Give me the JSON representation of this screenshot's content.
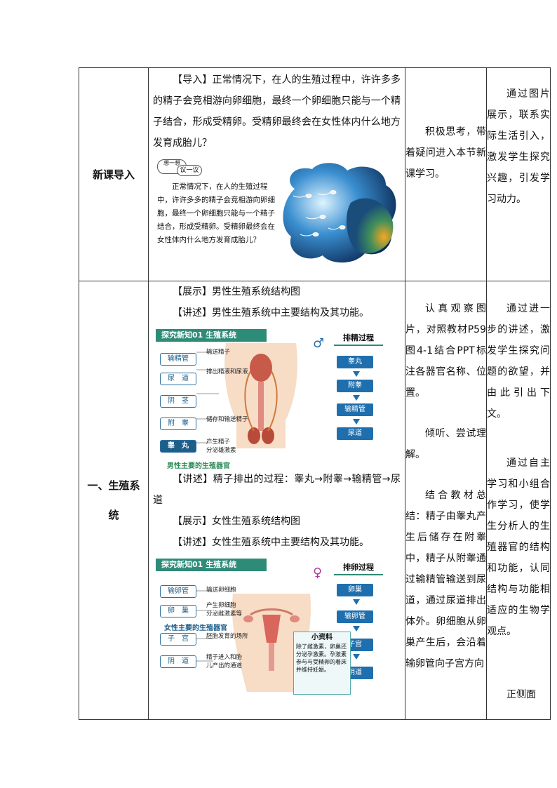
{
  "rows": [
    {
      "section": "新课导入",
      "main_text": "【导入】正常情况下，在人的生殖过程中，许许多多的精子会竞相游向卵细胞，最终一个卵细胞只能与一个精子结合，形成受精卵。受精卵最终会在女性体内什么地方发育成胎儿？",
      "figure": {
        "badge_top": "想一想",
        "badge_bottom": "议一议",
        "text": "正常情况下，在人的生殖过程中，许许多多的精子会竞相游向卵细胞，最终一个卵细胞只能与一个精子结合，形成受精卵。受精卵最终会在女性体内什么地方发育成胎儿？"
      },
      "student": "积极思考，带着疑问进入本节新课学习。",
      "intent": "通过图片展示，联系实际生活引入，激发学生探究兴趣，引发学习动力。"
    },
    {
      "section_line1": "一、生殖系",
      "section_line2": "统",
      "lines": {
        "show_male": "【展示】男性生殖系统结构图",
        "explain_male": "【讲述】男性生殖系统中主要结构及其功能。",
        "explain_sperm": "【讲述】精子排出的过程：睾丸→附睾→输精管→尿道",
        "show_female": "【展示】女性生殖系统结构图",
        "explain_female": "【讲述】女性生殖系统中主要结构及其功能。"
      },
      "male_fig": {
        "header": "探究新知01  生殖系统",
        "organs": [
          "输精管",
          "尿　道",
          "阴　茎",
          "附　睾",
          "睾　丸"
        ],
        "notes": [
          "输送精子",
          "排出精液和尿液",
          "储存和输送精子",
          "产生精子",
          "分泌雄激素"
        ],
        "caption": "男性主要的生殖器官",
        "symbol": "♂",
        "flow_title": "排精过程",
        "flow": [
          "睾丸",
          "附睾",
          "输精管",
          "尿道"
        ]
      },
      "female_fig": {
        "header": "探究新知01  生殖系统",
        "organs": [
          "输卵管",
          "卵　巢",
          "子　宫",
          "阴　道"
        ],
        "notes": [
          "输送卵细胞",
          "产生卵细胞",
          "分泌雌激素等",
          "胚胎发育的场所",
          "精子进入和胎",
          "儿产出的通道"
        ],
        "caption1": "女性主要的生殖器官",
        "symbol": "♀",
        "flow_title": "排卵过程",
        "flow": [
          "卵巢",
          "输卵管",
          "子宫",
          "阴道"
        ],
        "info_title": "小资料",
        "info_text": "除了雌激素，卵巢还分泌孕激素。孕激素参与与受精卵的着床并维持妊娠。"
      },
      "student_p1": "认真观察图片，对照教材P59图4-1结合PPT标注各器官名称、位置。",
      "student_p2": "倾听、尝试理解。",
      "student_p3": "结合教材总结：精子由睾丸产生后储存在附睾中，精子从附睾通过输精管输送到尿道，通过尿道排出体外。卵细胞从卵巢产生后，会沿着输卵管向子宫方向",
      "intent_p1": "通过进一步的讲述，激发学生探究问题的欲望，并由此引出下文。",
      "intent_p2": "通过自主学习和小组合作学习，使学生分析人的生殖器官的结构和功能，认同结构与功能相适应的生物学观点。",
      "intent_p3": "正侧面"
    }
  ]
}
